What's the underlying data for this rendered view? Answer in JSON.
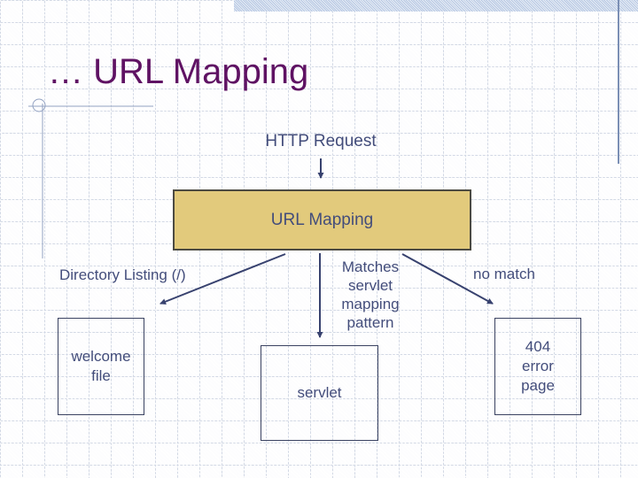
{
  "slide": {
    "title": "… URL Mapping",
    "flow": {
      "request_label": "HTTP Request",
      "mapper_label": "URL Mapping",
      "branch_left_label": "Directory Listing (/)",
      "branch_center_label": "Matches\nservlet\nmapping\npattern",
      "branch_right_label": "no match",
      "result_left_label": "welcome\nfile",
      "result_center_label": "servlet",
      "result_right_label": "404\nerror\npage"
    },
    "colors": {
      "title_color": "#5f1263",
      "text_color": "#434d7b",
      "arrow_color": "#38426f",
      "mapper_fill": "#e2ca7c",
      "mapper_border": "#4b4a42",
      "result_border": "#3a4261",
      "accent_line": "#93a2c2",
      "right_bar": "#7b8fb5"
    }
  }
}
